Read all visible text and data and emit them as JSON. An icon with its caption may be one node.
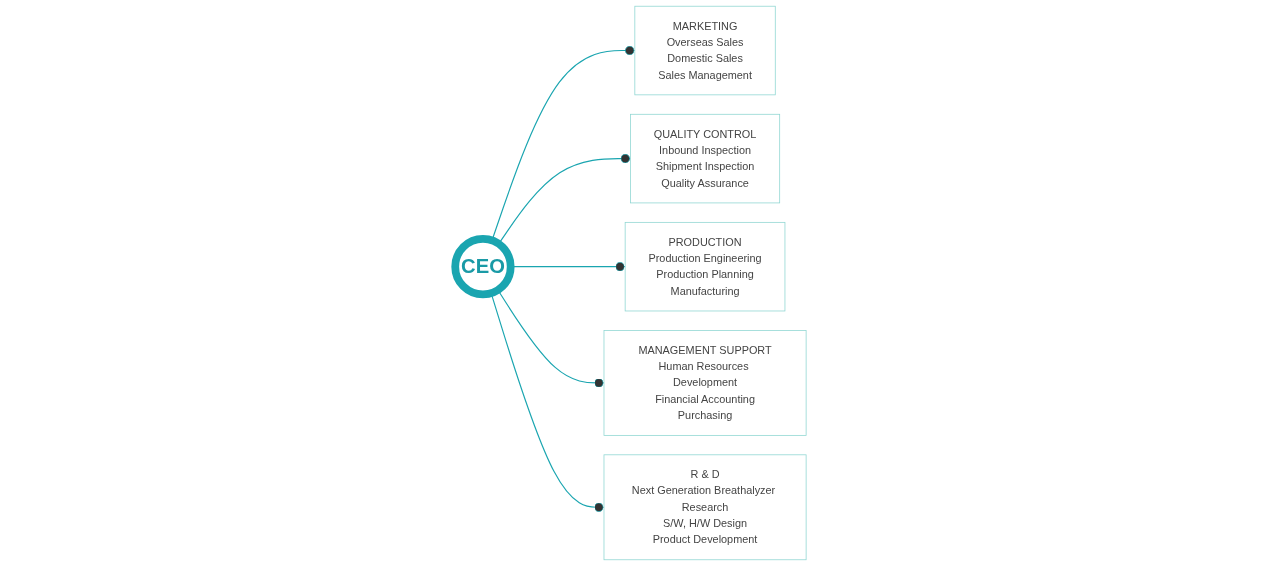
{
  "diagram": {
    "nodes": [
      {
        "text": [
          "CEO"
        ]
      },
      {
        "text": [
          "MARKETING",
          "Overseas Sales",
          "Domestic Sales",
          "Sales Management"
        ]
      },
      {
        "text": [
          "QUALITY CONTROL",
          "Inbound Inspection",
          "Shipment Inspection",
          "Quality Assurance"
        ]
      },
      {
        "text": [
          "PRODUCTION",
          "Production Engineering",
          "Production Planning",
          "Manufacturing"
        ]
      },
      {
        "text": [
          "MANAGEMENT SUPPORT",
          "Human Resources Development",
          "Financial Accounting",
          "Purchasing"
        ]
      },
      {
        "text": [
          "R & D",
          "Next Generation Breathalyzer Research",
          "S/W, H/W Design",
          "Product Development"
        ]
      }
    ],
    "edges": [
      {
        "from": 0,
        "to": 1,
        "arrow": "other"
      },
      {
        "from": 0,
        "to": 2,
        "arrow": "other"
      },
      {
        "from": 0,
        "to": 3,
        "arrow": "other"
      },
      {
        "from": 0,
        "to": 4,
        "arrow": "other"
      },
      {
        "from": 0,
        "to": 5,
        "arrow": "other"
      }
    ]
  }
}
